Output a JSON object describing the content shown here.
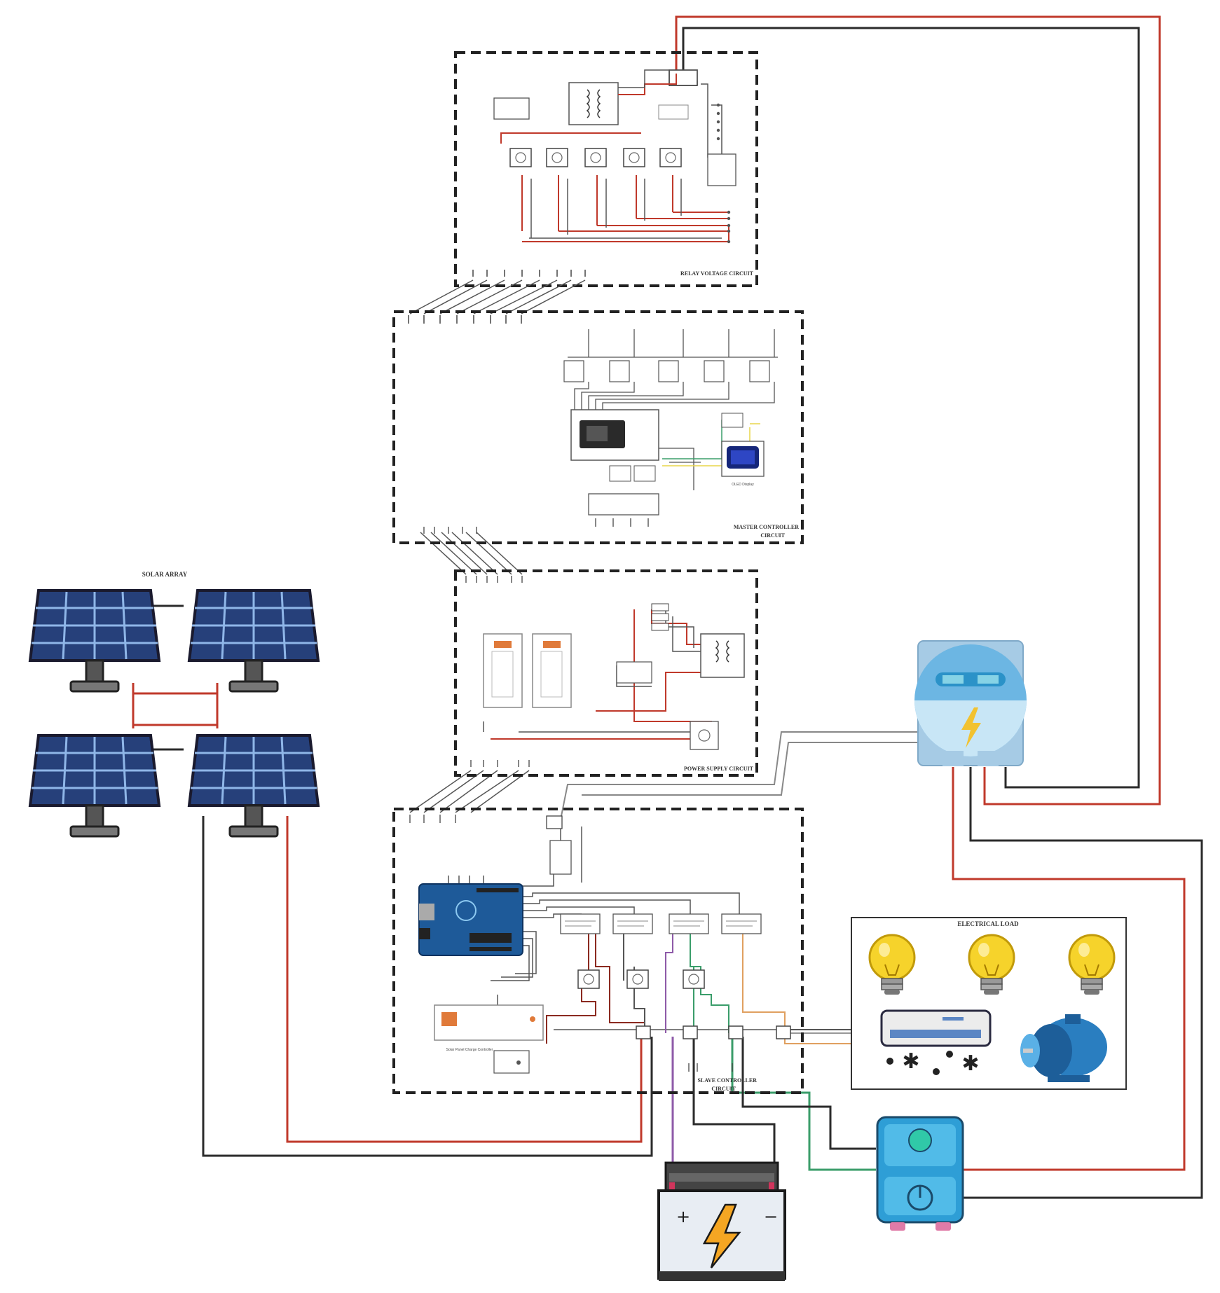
{
  "title": "",
  "blocks": {
    "relay_voltage": {
      "label": "RELAY VOLTAGE CIRCUIT"
    },
    "master": {
      "label_line1": "MASTER CONTROLLER",
      "label_line2": "CIRCUIT",
      "display": "OLED Display"
    },
    "power_supply": {
      "label": "POWER SUPPLY CIRCUIT"
    },
    "slave": {
      "label_line1": "SLAVE CONTROLLER",
      "label_line2": "CIRCUIT",
      "charge_controller": "Solar Panel Charge Controller"
    }
  },
  "solar_array": {
    "label": "SOLAR ARRAY",
    "panels": 4
  },
  "electrical_load": {
    "label": "ELECTRICAL LOAD",
    "bulbs": 3
  },
  "colors": {
    "wire_red": "#c0392b",
    "wire_black": "#2b2b2b",
    "wire_green": "#3a9d6a",
    "wire_purple": "#8e5aa8",
    "wire_orange": "#e0a060",
    "panel_blue": "#26407a",
    "meter_blue": "#69b8e0",
    "ups_blue": "#2e9ed6"
  },
  "icons": [
    "solar-panel-icon",
    "energy-meter-icon",
    "battery-icon",
    "inverter-icon",
    "light-bulb-icon",
    "air-conditioner-icon",
    "electric-motor-icon",
    "arduino-board-icon",
    "esp32-board-icon",
    "transformer-icon",
    "relay-icon"
  ]
}
